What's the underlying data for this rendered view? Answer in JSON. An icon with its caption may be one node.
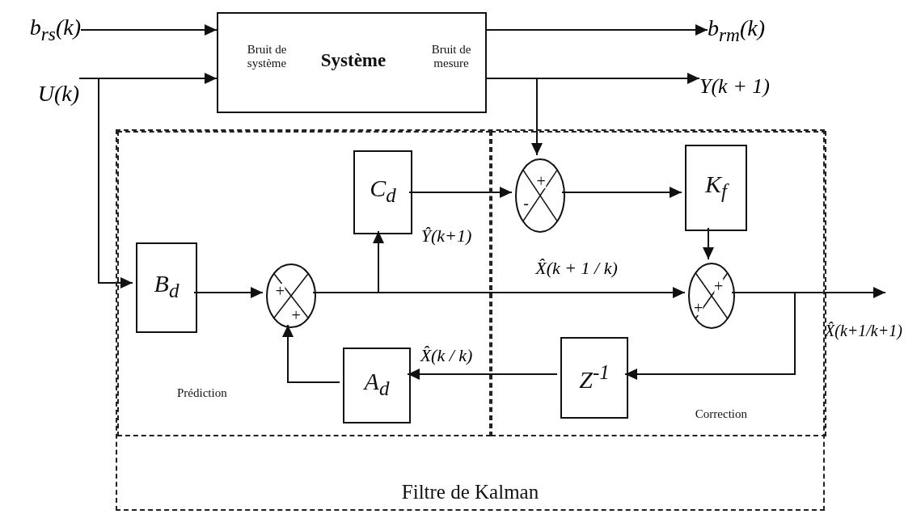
{
  "diagram": {
    "nodes": [
      {
        "text": [
          "Filtre de Kalman"
        ]
      },
      {
        "text": [
          "Prédiction"
        ],
        "in": 0
      },
      {
        "text": [
          "Correction"
        ],
        "in": 0
      },
      {
        "text": [
          "b$_{rs}$(k)"
        ]
      },
      {
        "text": [
          "U(k)"
        ]
      },
      {
        "text": [
          "Bruit de système",
          "Système",
          "Bruit de mesure"
        ]
      },
      {
        "text": [
          "b$_{rm}$(k)"
        ]
      },
      {
        "text": [
          "Y(k + 1)"
        ]
      },
      {
        "text": [
          "C$_{d}$"
        ],
        "in": 1
      },
      {
        "text": [
          "B$_{d}$"
        ],
        "in": 1
      },
      {
        "text": [
          "+",
          "+"
        ],
        "in": 1
      },
      {
        "text": [
          "A$_{d}$"
        ],
        "in": 1
      },
      {
        "text": [
          "+",
          "-"
        ],
        "in": 2
      },
      {
        "text": [
          "K$_{f}$"
        ],
        "in": 2
      },
      {
        "text": [
          "+",
          "+"
        ],
        "in": 2
      },
      {
        "text": [
          "Z$^{-1}$"
        ],
        "in": 2
      },
      {
        "text": [
          "X̂(k+1/k+1)"
        ]
      }
    ],
    "edges": [
      {
        "from": 3,
        "to": 5,
        "arrow": "to"
      },
      {
        "from": 4,
        "to": 5,
        "arrow": "to"
      },
      {
        "from": 5,
        "to": 6,
        "arrow": "to"
      },
      {
        "from": 5,
        "to": 7,
        "arrow": "to"
      },
      {
        "from": 4,
        "to": 9,
        "arrow": "to"
      },
      {
        "from": 5,
        "to": 12,
        "arrow": "to"
      },
      {
        "from": 9,
        "to": 10,
        "arrow": "to"
      },
      {
        "from": 10,
        "to": 14,
        "arrow": "to",
        "label": "X̂(k + 1 / k)"
      },
      {
        "from": 10,
        "to": 8,
        "arrow": "to"
      },
      {
        "from": 8,
        "to": 12,
        "arrow": "to",
        "label": "Ŷ(k+1)"
      },
      {
        "from": 12,
        "to": 13,
        "arrow": "to"
      },
      {
        "from": 13,
        "to": 14,
        "arrow": "to"
      },
      {
        "from": 14,
        "to": 16,
        "arrow": "to"
      },
      {
        "from": 14,
        "to": 15,
        "arrow": "to"
      },
      {
        "from": 15,
        "to": 11,
        "arrow": "to",
        "label": "X̂(k / k)"
      },
      {
        "from": 11,
        "to": 10,
        "arrow": "to"
      }
    ]
  }
}
